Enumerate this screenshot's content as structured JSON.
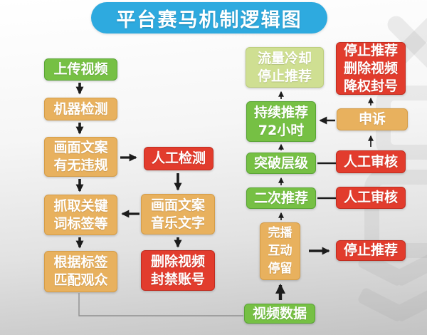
{
  "title": "平台赛马机制逻辑图",
  "colors": {
    "title_bg": "#2EAADF",
    "green": "#76C044",
    "pale_green": "#CFDF92",
    "orange": "#E8B15E",
    "red": "#E23C2D",
    "node_text": "#FFFFFF",
    "arrow": "#1C1C1C",
    "connector_gray": "#909090"
  },
  "nodes": {
    "upload_video": {
      "label": "上传视频",
      "color": "green"
    },
    "machine_check": {
      "label": "机器检测",
      "color": "orange"
    },
    "screen_text_violation": {
      "label": "画面文案\n有无违规",
      "color": "orange"
    },
    "grab_keywords": {
      "label": "抓取关键\n词标签等",
      "color": "orange"
    },
    "match_audience": {
      "label": "根据标签\n匹配观众",
      "color": "orange"
    },
    "manual_check": {
      "label": "人工检测",
      "color": "red"
    },
    "screen_text_music": {
      "label": "画面文案\n音乐文字",
      "color": "orange"
    },
    "delete_video_ban": {
      "label": "删除视频\n封禁账号",
      "color": "red"
    },
    "traffic_cooldown": {
      "label": "流量冷却\n停止推荐",
      "color": "pale_green"
    },
    "continuous_72h": {
      "label": "持续推荐\n72小时",
      "color": "green"
    },
    "break_level": {
      "label": "突破层级",
      "color": "green"
    },
    "second_recommend": {
      "label": "二次推荐",
      "color": "green"
    },
    "completion_stay": {
      "label": "完播\n互动\n停留",
      "color": "orange"
    },
    "video_data": {
      "label": "视频数据",
      "color": "green"
    },
    "stop_delete_demote": {
      "label": "停止推荐\n删除视频\n降权封号",
      "color": "red"
    },
    "appeal": {
      "label": "申诉",
      "color": "orange"
    },
    "manual_review_top": {
      "label": "人工审核",
      "color": "red"
    },
    "manual_review_bottom": {
      "label": "人工审核",
      "color": "red"
    },
    "stop_recommend": {
      "label": "停止推荐",
      "color": "red"
    }
  },
  "edges": [
    {
      "from": "上传视频",
      "to": "机器检测",
      "type": "arrow"
    },
    {
      "from": "机器检测",
      "to": "画面文案有无违规",
      "type": "arrow"
    },
    {
      "from": "画面文案有无违规",
      "to": "抓取关键词标签等",
      "type": "arrow"
    },
    {
      "from": "画面文案有无违规",
      "to": "人工检测",
      "type": "arrow"
    },
    {
      "from": "人工检测",
      "to": "画面文案音乐文字",
      "type": "arrow"
    },
    {
      "from": "画面文案音乐文字",
      "to": "删除视频封禁账号",
      "type": "arrow"
    },
    {
      "from": "画面文案音乐文字",
      "to": "抓取关键词标签等",
      "type": "arrow"
    },
    {
      "from": "抓取关键词标签等",
      "to": "根据标签匹配观众",
      "type": "arrow"
    },
    {
      "from": "根据标签匹配观众",
      "to": "视频数据",
      "type": "line"
    },
    {
      "from": "视频数据",
      "to": "完播互动停留",
      "type": "arrow"
    },
    {
      "from": "完播互动停留",
      "to": "二次推荐",
      "type": "arrow"
    },
    {
      "from": "完播互动停留",
      "to": "停止推荐",
      "type": "arrow"
    },
    {
      "from": "二次推荐",
      "to": "突破层级",
      "type": "arrow"
    },
    {
      "from": "突破层级",
      "to": "持续推荐72小时",
      "type": "arrow"
    },
    {
      "from": "持续推荐72小时",
      "to": "流量冷却停止推荐",
      "type": "arrow"
    },
    {
      "from": "申诉",
      "to": "持续推荐72小时",
      "type": "arrow"
    },
    {
      "from": "人工审核",
      "to": "突破层级",
      "type": "line"
    },
    {
      "from": "人工审核",
      "to": "二次推荐",
      "type": "line"
    },
    {
      "from": "人工审核",
      "to": "申诉",
      "type": "arrow"
    },
    {
      "from": "申诉",
      "to": "停止推荐删除视频降权封号",
      "type": "arrow"
    }
  ]
}
